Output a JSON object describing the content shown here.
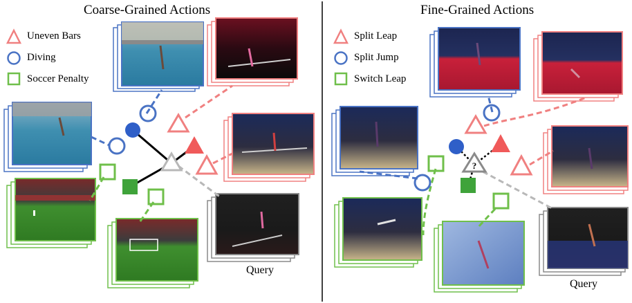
{
  "colors": {
    "red": "#f08080",
    "red_fill": "#f05a5a",
    "blue": "#4a73c4",
    "blue_fill": "#2f5fc8",
    "green": "#6fbf4a",
    "green_fill": "#3fa33a",
    "gray": "#b8b8b8",
    "gray_dark": "#8a8a8a"
  },
  "left": {
    "title": "Coarse-Grained Actions",
    "legend": [
      {
        "shape": "triangle",
        "label": "Uneven Bars"
      },
      {
        "shape": "circle",
        "label": "Diving"
      },
      {
        "shape": "square",
        "label": "Soccer Penalty"
      }
    ],
    "query_label": "Query"
  },
  "right": {
    "title": "Fine-Grained Actions",
    "legend": [
      {
        "shape": "triangle",
        "label": "Split Leap"
      },
      {
        "shape": "circle",
        "label": "Split Jump"
      },
      {
        "shape": "square",
        "label": "Switch Leap"
      }
    ],
    "query_label": "Query",
    "unknown_mark": "?"
  }
}
